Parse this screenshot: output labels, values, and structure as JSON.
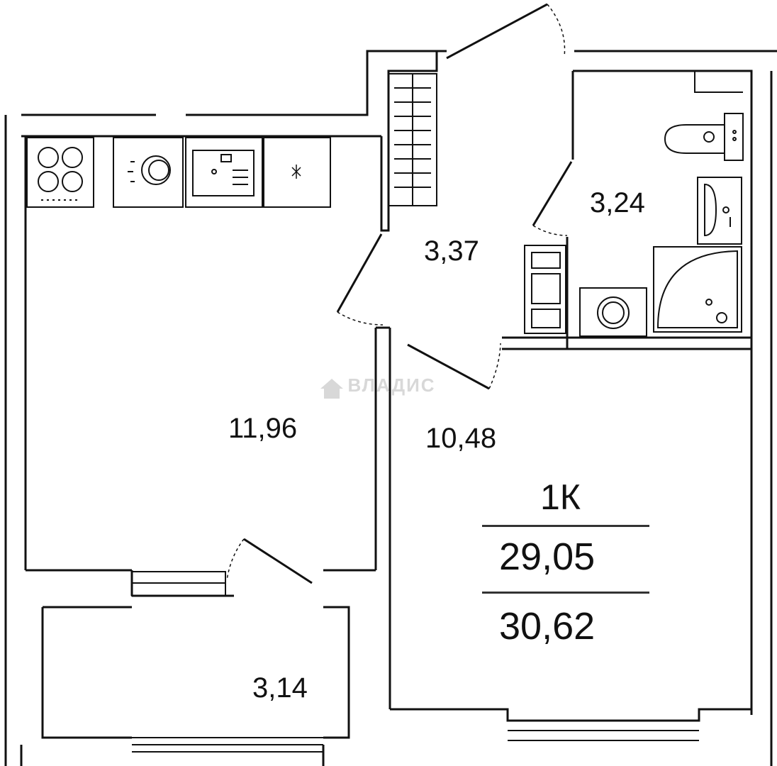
{
  "rooms": [
    {
      "id": "kitchen",
      "area": "11,96"
    },
    {
      "id": "hall",
      "area": "3,37"
    },
    {
      "id": "bathroom",
      "area": "3,24"
    },
    {
      "id": "living",
      "area": "10,48"
    },
    {
      "id": "balcony",
      "area": "3,14"
    }
  ],
  "summary": {
    "type": "1К",
    "living_area": "29,05",
    "total_area": "30,62"
  },
  "watermark": {
    "text": "ВЛАДИС",
    "icon": "house-icon"
  },
  "colors": {
    "wall": "#ffffff",
    "stroke": "#111111",
    "watermark": "#d8d8d8"
  }
}
